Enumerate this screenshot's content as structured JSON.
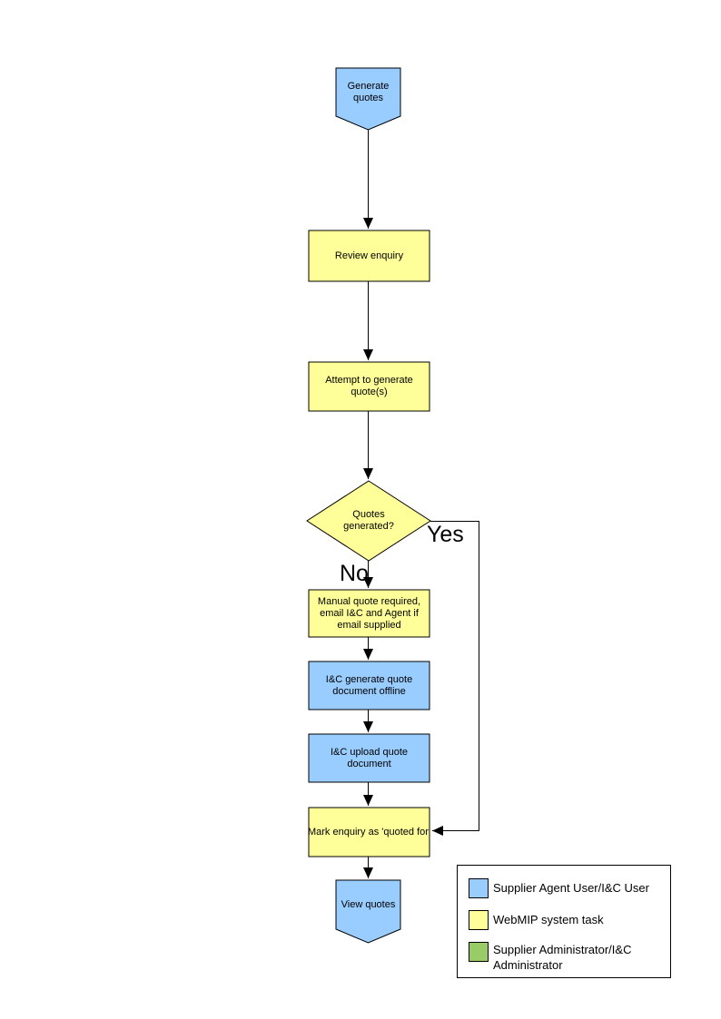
{
  "colors": {
    "user_task_fill": "#99CCFF",
    "system_task_fill": "#FFFF99",
    "admin_task_fill": "#99CC66",
    "line": "#000000"
  },
  "flowchart": {
    "start": "Generate quotes",
    "review": "Review enquiry",
    "attempt": "Attempt to generate quote(s)",
    "decision": "Quotes generated?",
    "manual": "Manual quote required, email I&C and Agent if email supplied",
    "generate_offline": "I&C generate quote document offline",
    "upload": "I&C upload quote document",
    "mark": "Mark enquiry as 'quoted for'",
    "end": "View quotes",
    "branch_yes": "Yes",
    "branch_no": "No"
  },
  "legend": {
    "items": [
      {
        "label": "Supplier Agent User/I&C User",
        "color": "#99CCFF"
      },
      {
        "label": "WebMIP system task",
        "color": "#FFFF99"
      },
      {
        "label": "Supplier Administrator/I&C Administrator",
        "color": "#99CC66"
      }
    ]
  }
}
